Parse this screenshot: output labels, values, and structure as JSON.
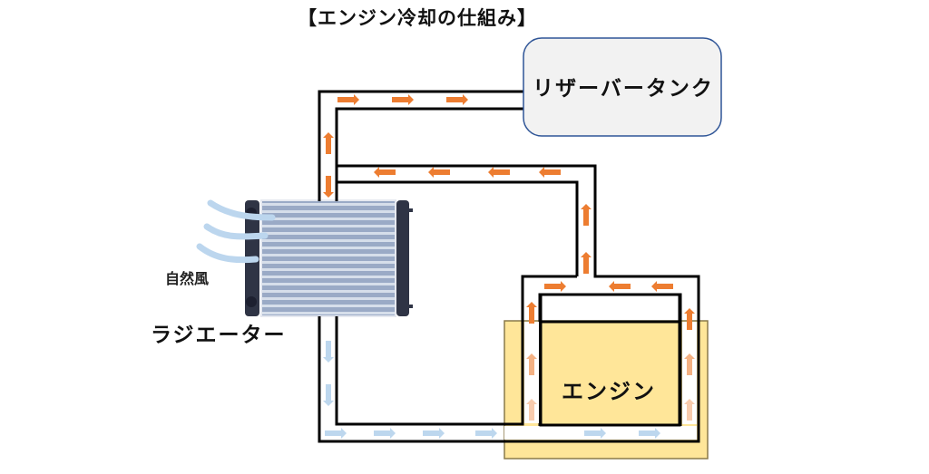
{
  "title": "【エンジン冷却の仕組み】",
  "components": {
    "reservoir_tank": "リザーバータンク",
    "radiator": "ラジエーター",
    "engine": "エンジン",
    "natural_wind": "自然風"
  },
  "flow": {
    "hot_color": "#ED7D31",
    "warm_color": "#F4B183",
    "light_warm_color": "#F8CBAD",
    "cool_color": "#BDD7EE",
    "pipe_color": "#000000",
    "engine_fill": "#FFE699",
    "reservoir_fill": "#F2F2F2",
    "reservoir_border": "#2F5597"
  }
}
